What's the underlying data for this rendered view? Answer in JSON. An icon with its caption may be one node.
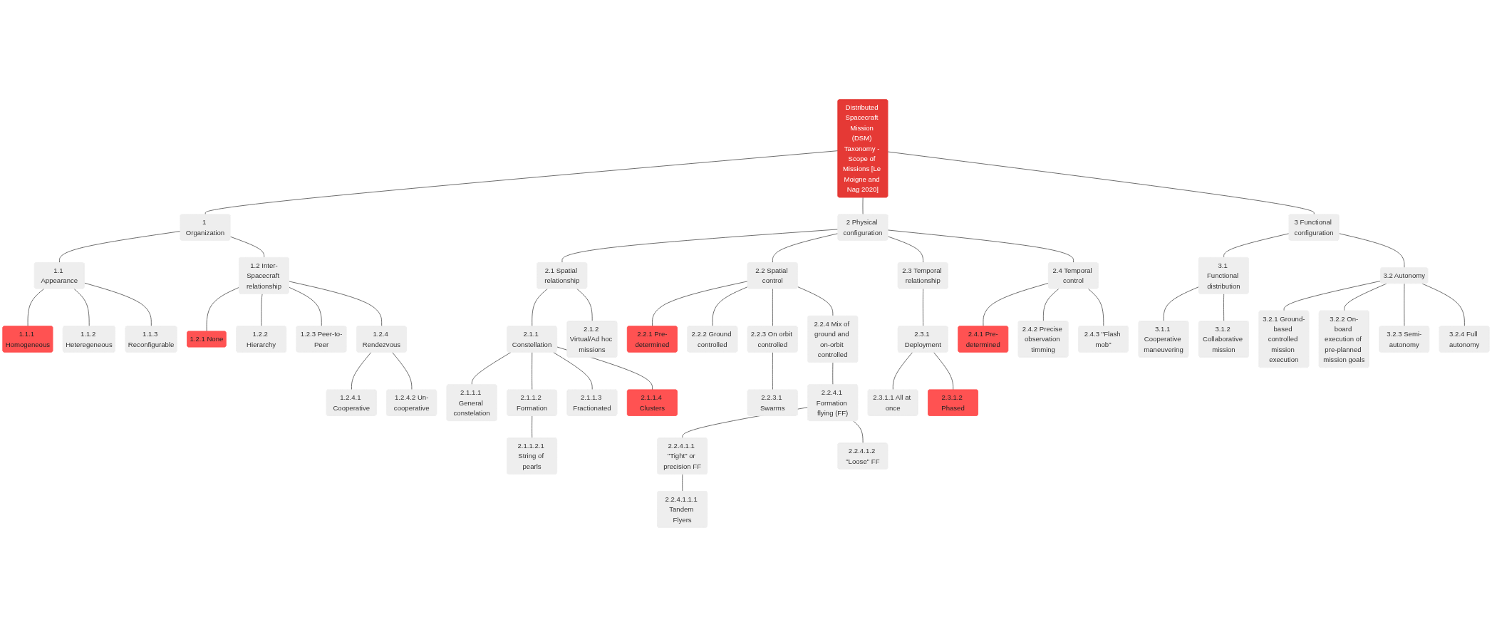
{
  "diagram": {
    "nodes": [
      {
        "text": [
          "Distributed Spacecraft Mission (DSM) Taxonomy - Scope of Missions [Le Moigne and Nag 2020]"
        ]
      },
      {
        "text": [
          "1 Organization"
        ]
      },
      {
        "text": [
          "1.1 Appearance"
        ]
      },
      {
        "text": [
          "1.1.1 Homogeneous"
        ]
      },
      {
        "text": [
          "1.1.2 Heteregeneous"
        ]
      },
      {
        "text": [
          "1.1.3 Reconfigurable"
        ]
      },
      {
        "text": [
          "1.2 Inter-Spacecraft relationship"
        ]
      },
      {
        "text": [
          "1.2.1 None"
        ]
      },
      {
        "text": [
          "1.2.2 Hierarchy"
        ]
      },
      {
        "text": [
          "1.2.3 Peer-to-Peer"
        ]
      },
      {
        "text": [
          "1.2.4 Rendezvous"
        ]
      },
      {
        "text": [
          "1.2.4.1 Cooperative"
        ]
      },
      {
        "text": [
          "1.2.4.2 Un-cooperative"
        ]
      },
      {
        "text": [
          "2 Physical configuration"
        ]
      },
      {
        "text": [
          "2.1 Spatial relationship"
        ]
      },
      {
        "text": [
          "2.1.1 Constellation"
        ]
      },
      {
        "text": [
          "2.1.1.1 General constelation"
        ]
      },
      {
        "text": [
          "2.1.1.2 Formation"
        ]
      },
      {
        "text": [
          "2.1.1.2.1 String of pearls"
        ]
      },
      {
        "text": [
          "2.1.1.3 Fractionated"
        ]
      },
      {
        "text": [
          "2.1.1.4 Clusters"
        ]
      },
      {
        "text": [
          "2.1.2 Virtual/Ad hoc missions"
        ]
      },
      {
        "text": [
          "2.2 Spatial control"
        ]
      },
      {
        "text": [
          "2.2.1 Pre-determined"
        ]
      },
      {
        "text": [
          "2.2.2 Ground controlled"
        ]
      },
      {
        "text": [
          "2.2.3 On orbit controlled"
        ]
      },
      {
        "text": [
          "2.2.3.1 Swarms"
        ]
      },
      {
        "text": [
          "2.2.4 Mix of ground and on-orbit controlled"
        ]
      },
      {
        "text": [
          "2.2.4.1 Formation flying (FF)"
        ]
      },
      {
        "text": [
          "2.2.4.1.1 \"Tight\" or precision FF"
        ]
      },
      {
        "text": [
          "2.2.4.1.1.1 Tandem Flyers"
        ]
      },
      {
        "text": [
          "2.2.4.1.2 \"Loose\" FF"
        ]
      },
      {
        "text": [
          "2.3 Temporal relationship"
        ]
      },
      {
        "text": [
          "2.3.1 Deployment"
        ]
      },
      {
        "text": [
          "2.3.1.1 All at once"
        ]
      },
      {
        "text": [
          "2.3.1.2 Phased"
        ]
      },
      {
        "text": [
          "2.4 Temporal control"
        ]
      },
      {
        "text": [
          "2.4.1 Pre-determined"
        ]
      },
      {
        "text": [
          "2.4.2 Precise observation timming"
        ]
      },
      {
        "text": [
          "2.4.3 \"Flash mob\""
        ]
      },
      {
        "text": [
          "3 Functional configuration"
        ]
      },
      {
        "text": [
          "3.1 Functional distribution"
        ]
      },
      {
        "text": [
          "3.1.1 Cooperative maneuvering"
        ]
      },
      {
        "text": [
          "3.1.2 Collaborative mission"
        ]
      },
      {
        "text": [
          "3.2 Autonomy"
        ]
      },
      {
        "text": [
          "3.2.1 Ground-based controlled mission execution"
        ]
      },
      {
        "text": [
          "3.2.2 On-board execution of pre-planned mission goals"
        ]
      },
      {
        "text": [
          "3.2.3 Semi-autonomy"
        ]
      },
      {
        "text": [
          "3.2.4 Full autonomy"
        ]
      }
    ],
    "edges": [
      {
        "from": 0,
        "to": 1,
        "arrow": "none"
      },
      {
        "from": 1,
        "to": 2,
        "arrow": "none"
      },
      {
        "from": 2,
        "to": 3,
        "arrow": "none"
      },
      {
        "from": 2,
        "to": 4,
        "arrow": "none"
      },
      {
        "from": 2,
        "to": 5,
        "arrow": "none"
      },
      {
        "from": 1,
        "to": 6,
        "arrow": "none"
      },
      {
        "from": 6,
        "to": 7,
        "arrow": "none"
      },
      {
        "from": 6,
        "to": 8,
        "arrow": "none"
      },
      {
        "from": 6,
        "to": 9,
        "arrow": "none"
      },
      {
        "from": 6,
        "to": 10,
        "arrow": "none"
      },
      {
        "from": 10,
        "to": 11,
        "arrow": "none"
      },
      {
        "from": 10,
        "to": 12,
        "arrow": "none"
      },
      {
        "from": 0,
        "to": 13,
        "arrow": "none"
      },
      {
        "from": 13,
        "to": 14,
        "arrow": "none"
      },
      {
        "from": 14,
        "to": 15,
        "arrow": "none"
      },
      {
        "from": 15,
        "to": 16,
        "arrow": "none"
      },
      {
        "from": 15,
        "to": 17,
        "arrow": "none"
      },
      {
        "from": 17,
        "to": 18,
        "arrow": "none"
      },
      {
        "from": 15,
        "to": 19,
        "arrow": "none"
      },
      {
        "from": 15,
        "to": 20,
        "arrow": "none"
      },
      {
        "from": 14,
        "to": 21,
        "arrow": "none"
      },
      {
        "from": 13,
        "to": 22,
        "arrow": "none"
      },
      {
        "from": 22,
        "to": 23,
        "arrow": "none"
      },
      {
        "from": 22,
        "to": 24,
        "arrow": "none"
      },
      {
        "from": 22,
        "to": 25,
        "arrow": "none"
      },
      {
        "from": 25,
        "to": 26,
        "arrow": "none"
      },
      {
        "from": 22,
        "to": 27,
        "arrow": "none"
      },
      {
        "from": 27,
        "to": 28,
        "arrow": "none"
      },
      {
        "from": 28,
        "to": 29,
        "arrow": "none"
      },
      {
        "from": 29,
        "to": 30,
        "arrow": "none"
      },
      {
        "from": 28,
        "to": 31,
        "arrow": "none"
      },
      {
        "from": 13,
        "to": 32,
        "arrow": "none"
      },
      {
        "from": 32,
        "to": 33,
        "arrow": "none"
      },
      {
        "from": 33,
        "to": 34,
        "arrow": "none"
      },
      {
        "from": 33,
        "to": 35,
        "arrow": "none"
      },
      {
        "from": 13,
        "to": 36,
        "arrow": "none"
      },
      {
        "from": 36,
        "to": 37,
        "arrow": "none"
      },
      {
        "from": 36,
        "to": 38,
        "arrow": "none"
      },
      {
        "from": 36,
        "to": 39,
        "arrow": "none"
      },
      {
        "from": 0,
        "to": 40,
        "arrow": "none"
      },
      {
        "from": 40,
        "to": 41,
        "arrow": "none"
      },
      {
        "from": 41,
        "to": 42,
        "arrow": "none"
      },
      {
        "from": 41,
        "to": 43,
        "arrow": "none"
      },
      {
        "from": 40,
        "to": 44,
        "arrow": "none"
      },
      {
        "from": 44,
        "to": 45,
        "arrow": "none"
      },
      {
        "from": 44,
        "to": 46,
        "arrow": "none"
      },
      {
        "from": 44,
        "to": 47,
        "arrow": "none"
      },
      {
        "from": 44,
        "to": 48,
        "arrow": "none"
      }
    ]
  }
}
